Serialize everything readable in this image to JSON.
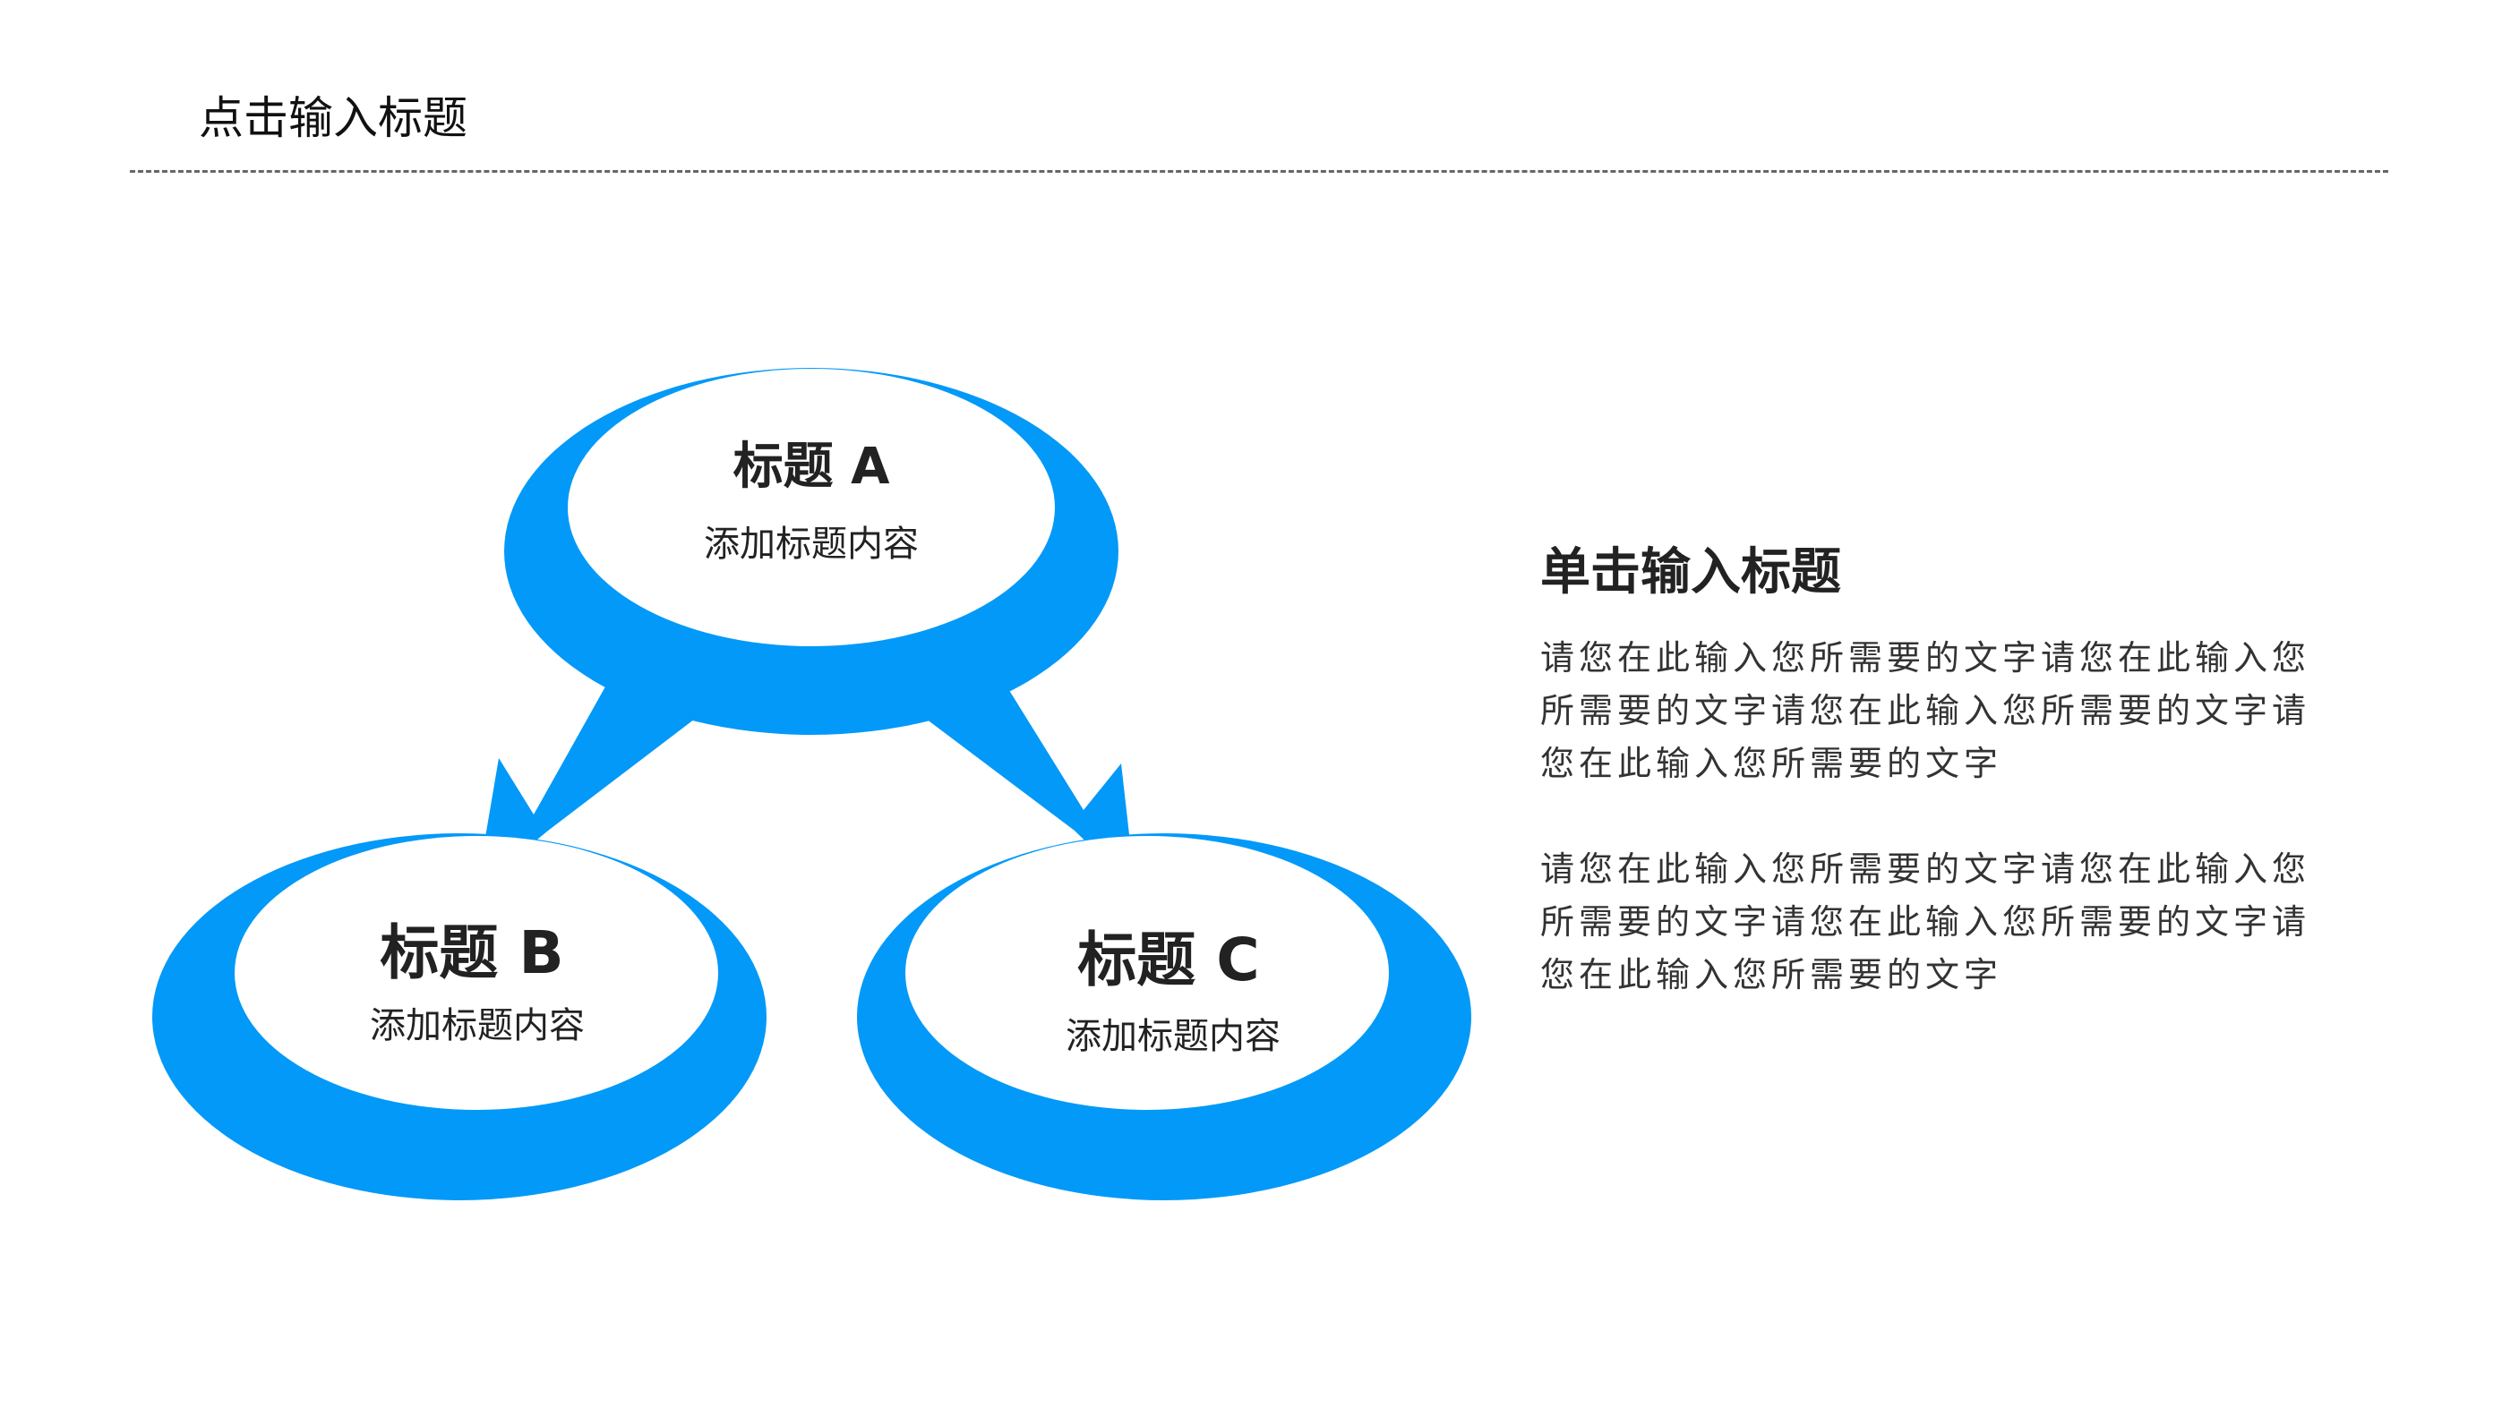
{
  "header": {
    "title": "点击输入标题"
  },
  "diagram": {
    "accent_color": "#0399F8",
    "nodes": [
      {
        "id": "a",
        "title": "标题 A",
        "desc": "添加标题内容"
      },
      {
        "id": "b",
        "title": "标题 B",
        "desc": "添加标题内容"
      },
      {
        "id": "c",
        "title": "标题 C",
        "desc": "添加标题内容"
      }
    ]
  },
  "panel": {
    "title": "单击输入标题",
    "paragraphs": [
      "请您在此输入您所需要的文字请您在此输入您所需要的文字请您在此输入您所需要的文字请您在此输入您所需要的文字",
      "请您在此输入您所需要的文字请您在此输入您所需要的文字请您在此输入您所需要的文字请您在此输入您所需要的文字"
    ]
  }
}
